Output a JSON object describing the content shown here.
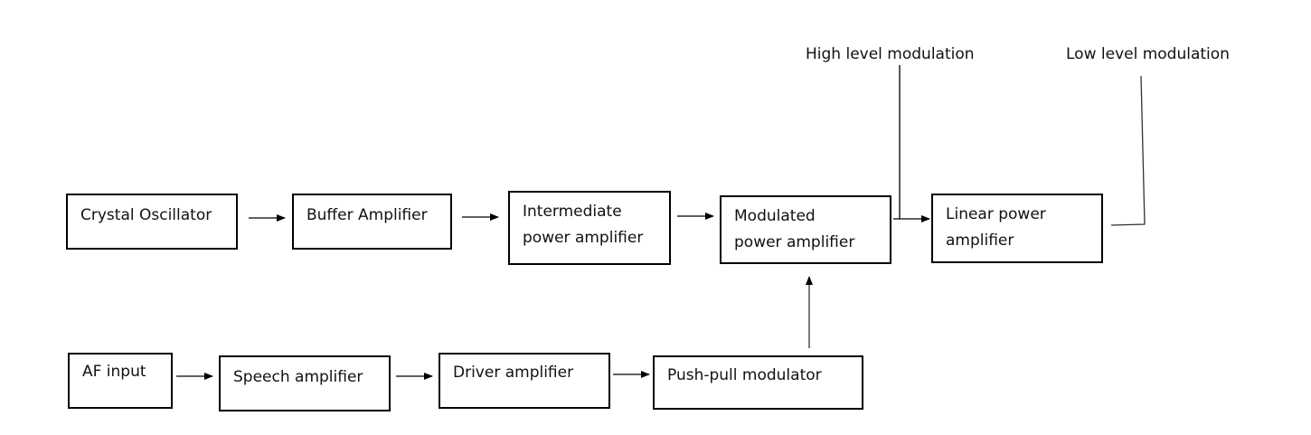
{
  "diagram": {
    "title": "AM transmitter block diagram",
    "top_row": [
      {
        "id": "crystal",
        "label": "Crystal Oscillator"
      },
      {
        "id": "buffer",
        "label": "Buffer Amplifier"
      },
      {
        "id": "ipa",
        "label": "Intermediate\npower amplifier"
      },
      {
        "id": "mpa",
        "label": "Modulated\npower amplifier"
      },
      {
        "id": "lpa",
        "label": "Linear power\namplifier"
      }
    ],
    "bottom_row": [
      {
        "id": "af",
        "label": "AF input"
      },
      {
        "id": "speech",
        "label": "Speech amplifier"
      },
      {
        "id": "driver",
        "label": "Driver amplifier"
      },
      {
        "id": "pushpull",
        "label": "Push-pull modulator"
      }
    ],
    "annotations": {
      "high_level": "High level modulation",
      "low_level": "Low level modulation"
    },
    "connections": [
      [
        "crystal",
        "buffer"
      ],
      [
        "buffer",
        "ipa"
      ],
      [
        "ipa",
        "mpa"
      ],
      [
        "mpa",
        "lpa"
      ],
      [
        "af",
        "speech"
      ],
      [
        "speech",
        "driver"
      ],
      [
        "driver",
        "pushpull"
      ],
      [
        "pushpull",
        "mpa"
      ]
    ],
    "colors": {
      "stroke": "#000000",
      "background": "#ffffff"
    }
  }
}
